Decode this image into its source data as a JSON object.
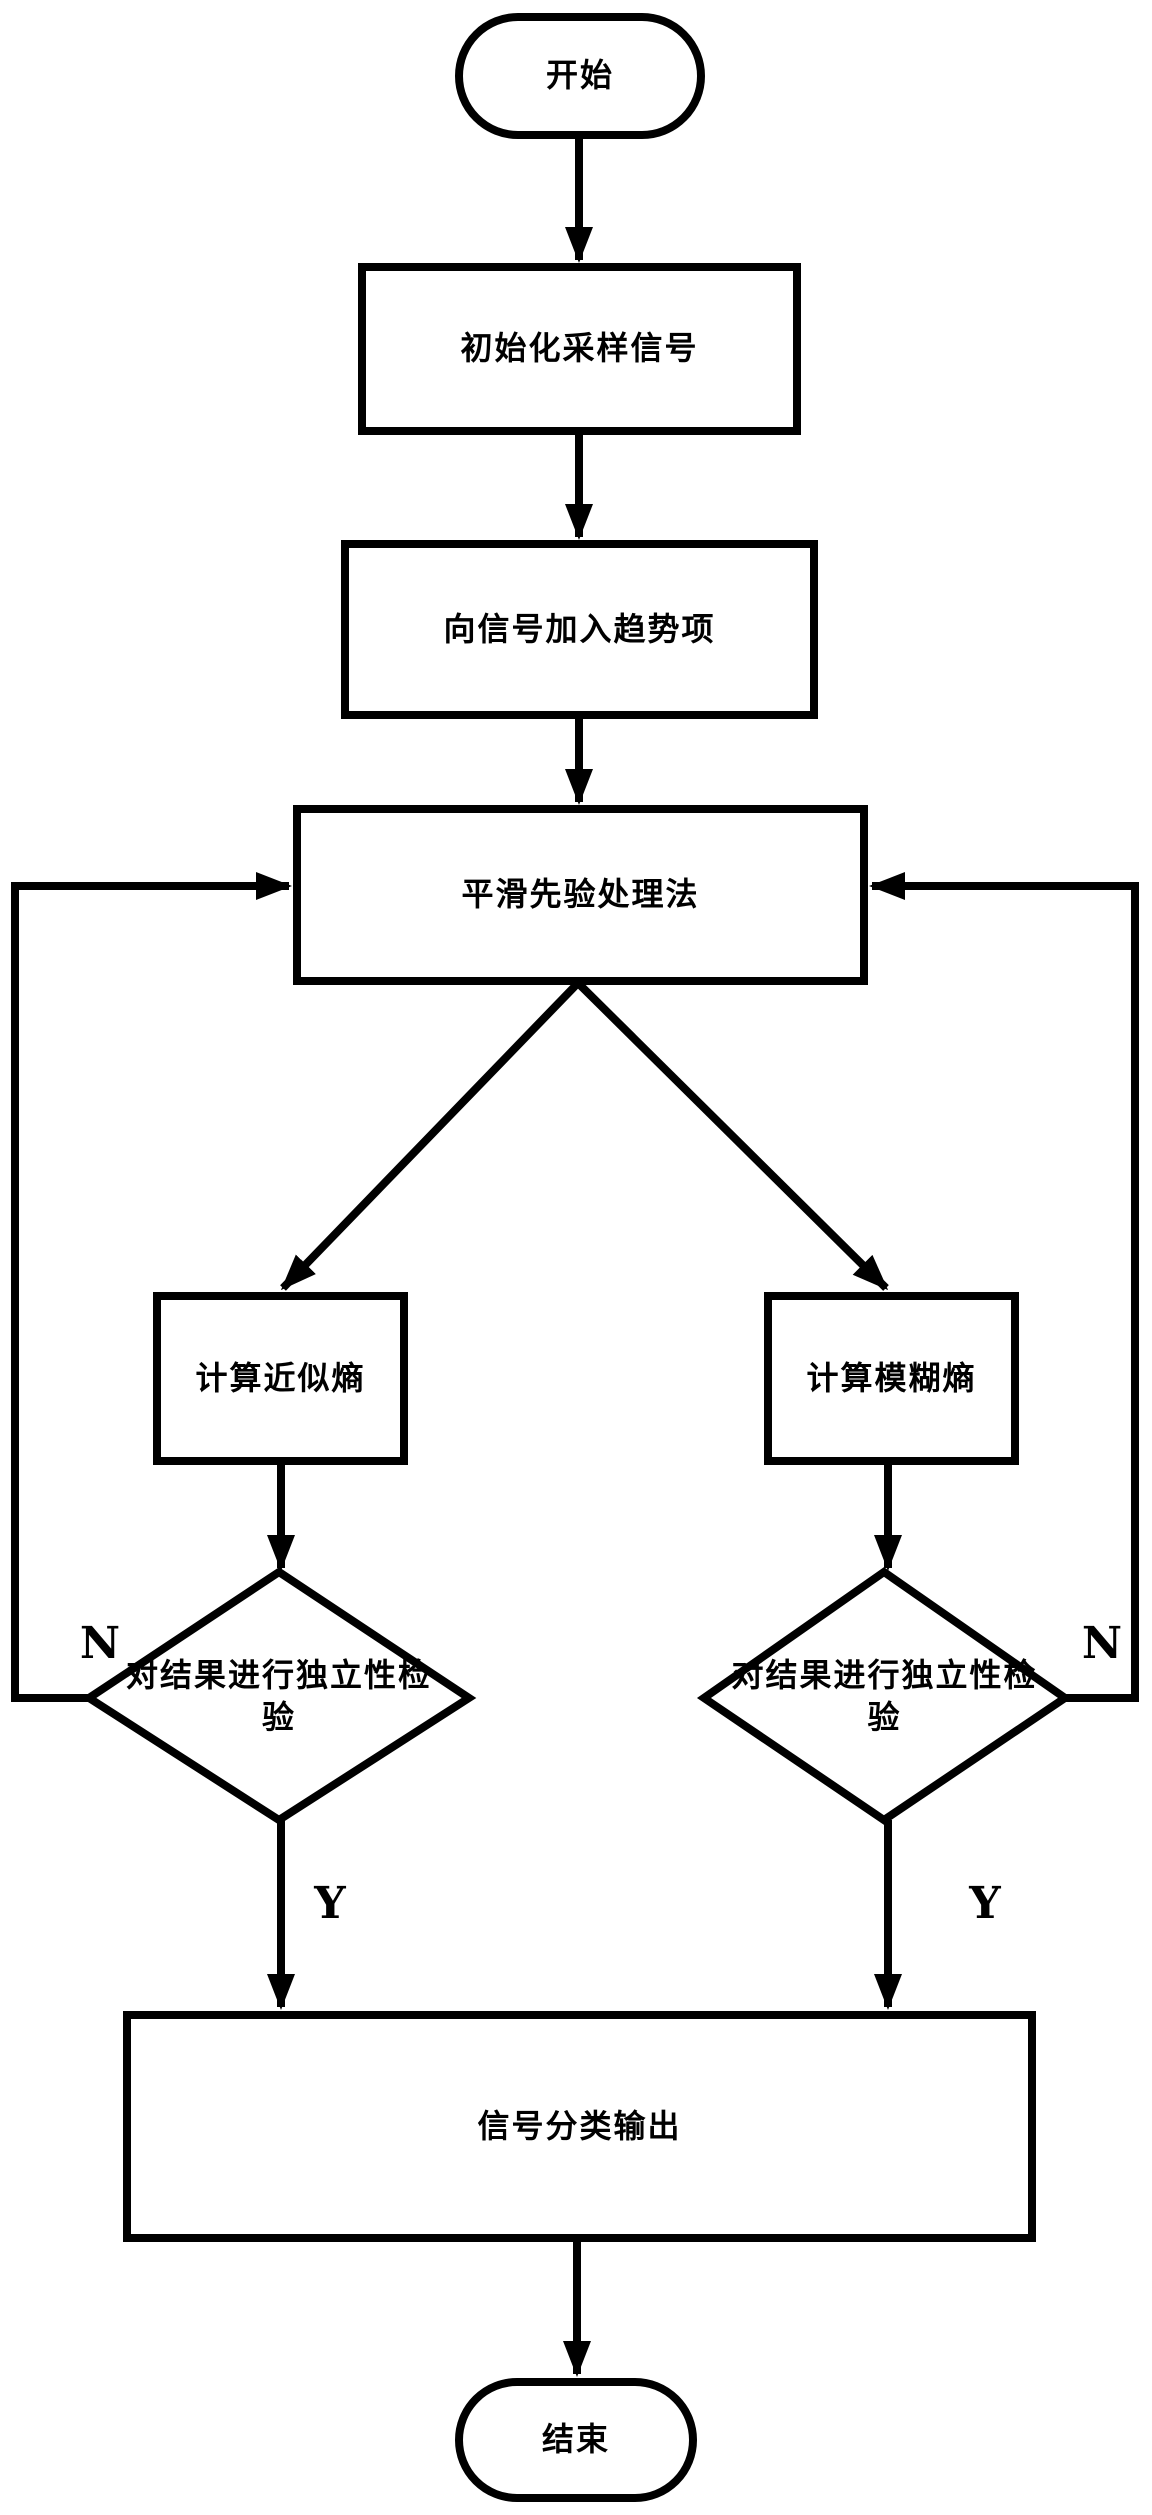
{
  "page": {
    "background_color": "#ffffff",
    "ink_color": "#000000"
  },
  "flowchart": {
    "start": "开始",
    "step_init": "初始化采样信号",
    "step_add_trend": "向信号加入趋势项",
    "step_smoothness_priors": "平滑先验处理法",
    "step_approx_entropy": "计算近似熵",
    "step_fuzzy_entropy": "计算模糊熵",
    "decision_left": "对结果进行独立性检验",
    "decision_right": "对结果进行独立性检验",
    "step_output": "信号分类输出",
    "end": "结束",
    "label_no_left": "N",
    "label_no_right": "N",
    "label_yes_left": "Y",
    "label_yes_right": "Y"
  }
}
